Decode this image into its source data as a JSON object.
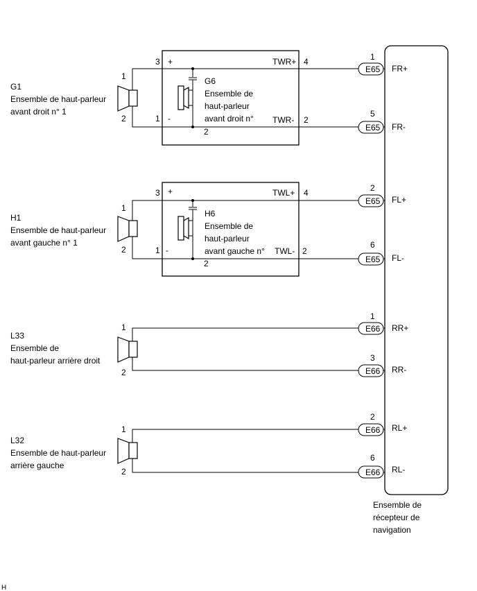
{
  "speakers": [
    {
      "id": "G1",
      "lines": [
        "Ensemble de haut-parleur",
        "avant droit n° 1"
      ],
      "pin_top": "1",
      "pin_bottom": "2"
    },
    {
      "id": "H1",
      "lines": [
        "Ensemble de haut-parleur",
        "avant gauche n° 1"
      ],
      "pin_top": "1",
      "pin_bottom": "2"
    },
    {
      "id": "L33",
      "lines": [
        "Ensemble de",
        "haut-parleur arrière droit"
      ],
      "pin_top": "1",
      "pin_bottom": "2"
    },
    {
      "id": "L32",
      "lines": [
        "Ensemble de haut-parleur",
        "arrière gauche"
      ],
      "pin_top": "1",
      "pin_bottom": "2"
    }
  ],
  "tweeters": [
    {
      "id": "G6",
      "lines": [
        "Ensemble de",
        "haut-parleur",
        "avant droit n°"
      ],
      "pin_plus_num": "3",
      "plus_sign": "+",
      "pin_minus_num": "1",
      "minus_sign": "-",
      "term_plus": "TWR+",
      "term_plus_num": "4",
      "term_minus": "TWR-",
      "term_minus_num": "2",
      "bottom_pin": "2"
    },
    {
      "id": "H6",
      "lines": [
        "Ensemble de",
        "haut-parleur",
        "avant gauche n°"
      ],
      "pin_plus_num": "3",
      "plus_sign": "+",
      "pin_minus_num": "1",
      "minus_sign": "-",
      "term_plus": "TWL+",
      "term_plus_num": "4",
      "term_minus": "TWL-",
      "term_minus_num": "2",
      "bottom_pin": "2"
    }
  ],
  "connections": [
    {
      "pin": "1",
      "connector": "E65",
      "signal": "FR+"
    },
    {
      "pin": "5",
      "connector": "E65",
      "signal": "FR-"
    },
    {
      "pin": "2",
      "connector": "E65",
      "signal": "FL+"
    },
    {
      "pin": "6",
      "connector": "E65",
      "signal": "FL-"
    },
    {
      "pin": "1",
      "connector": "E66",
      "signal": "RR+"
    },
    {
      "pin": "3",
      "connector": "E66",
      "signal": "RR-"
    },
    {
      "pin": "2",
      "connector": "E66",
      "signal": "RL+"
    },
    {
      "pin": "6",
      "connector": "E66",
      "signal": "RL-"
    }
  ],
  "receiver": {
    "lines": [
      "Ensemble de",
      "récepteur de",
      "navigation"
    ]
  },
  "corner_mark": "H"
}
